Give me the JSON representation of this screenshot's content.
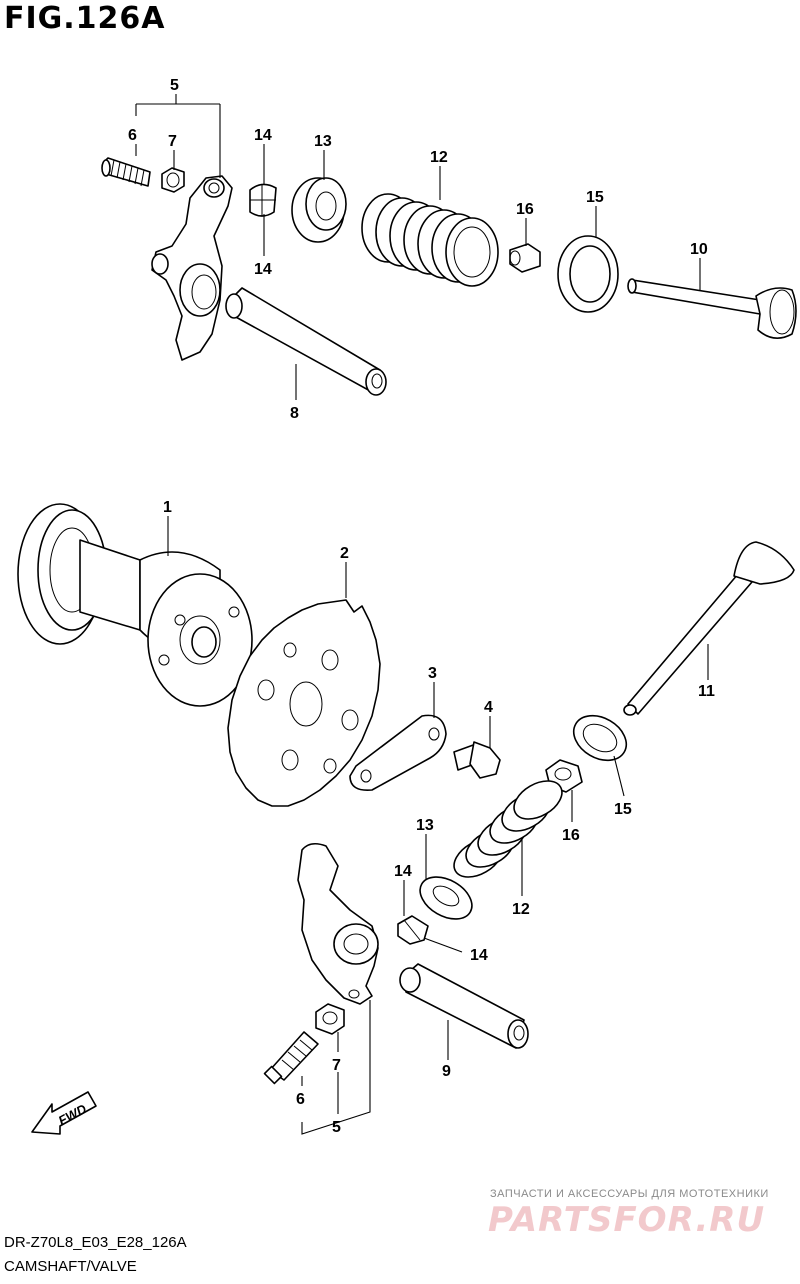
{
  "figure": {
    "title": "FIG.126A",
    "code": "DR-Z70L8_E03_E28_126A",
    "subtitle": "CAMSHAFT/VALVE"
  },
  "watermark": {
    "tagline": "ЗАПЧАСТИ И АКСЕССУАРЫ ДЛЯ МОТОТЕХНИКИ",
    "logo": "PARTSFOR.RU"
  },
  "fwd_label": "FWD",
  "callouts_top": [
    "5",
    "6",
    "7",
    "14",
    "13",
    "12",
    "16",
    "15",
    "10",
    "14",
    "8"
  ],
  "callouts_bottom": [
    "1",
    "2",
    "3",
    "4",
    "11",
    "13",
    "16",
    "15",
    "14",
    "12",
    "14",
    "7",
    "9",
    "6",
    "5"
  ]
}
